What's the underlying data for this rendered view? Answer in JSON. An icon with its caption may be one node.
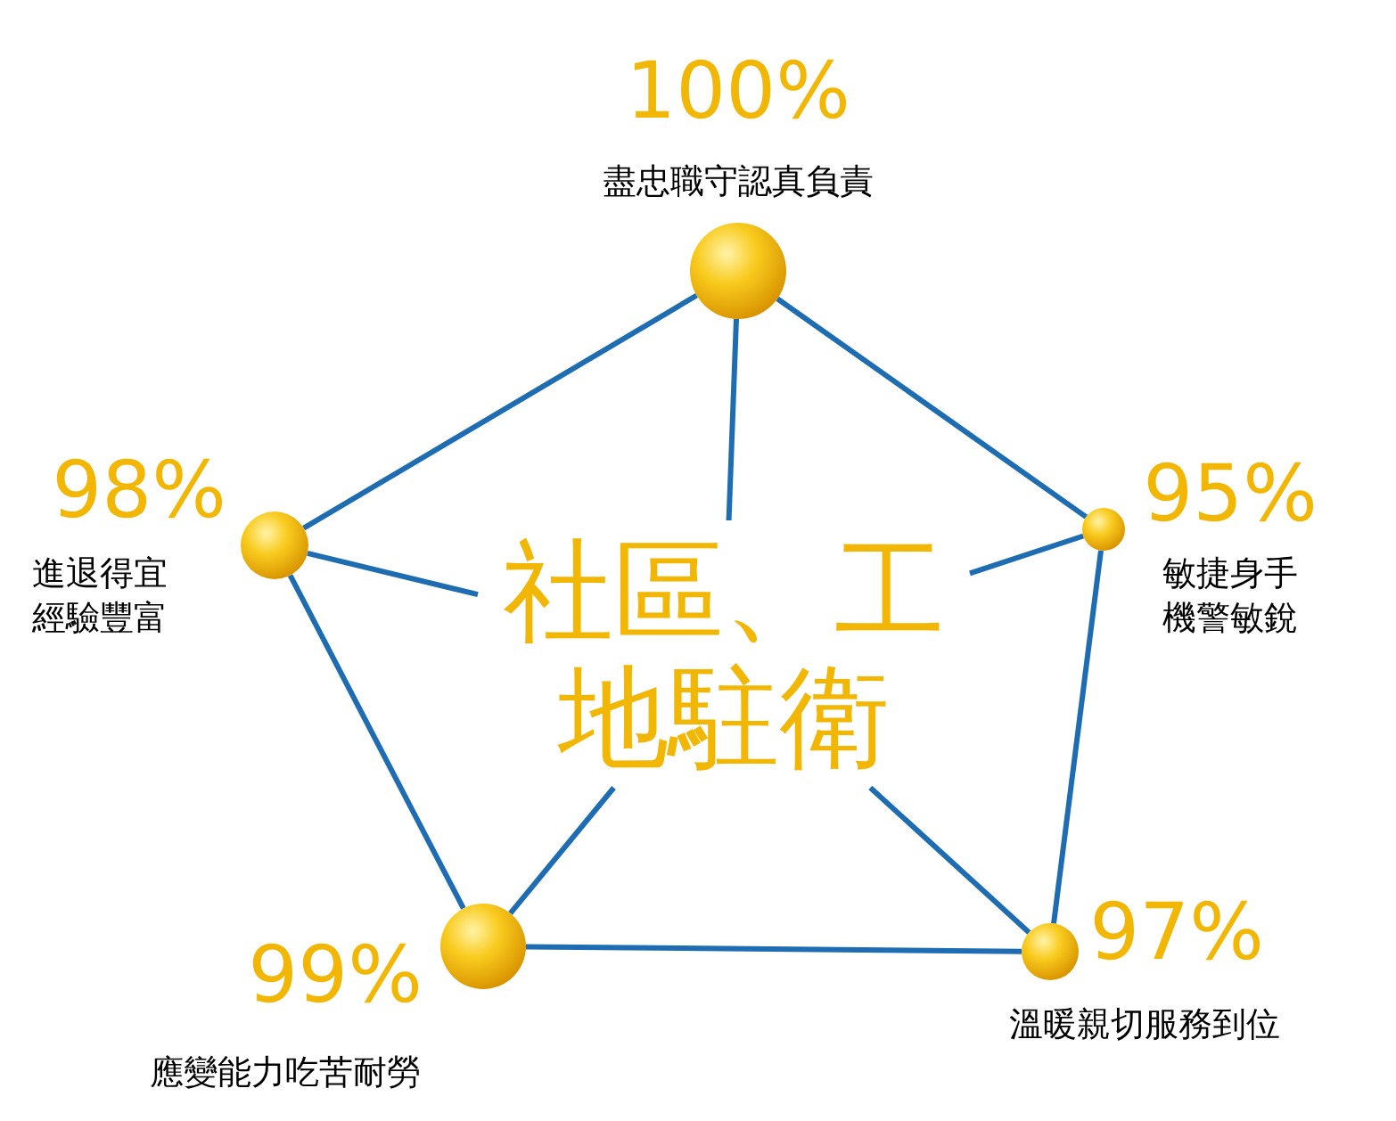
{
  "diagram": {
    "nodes": [
      {
        "text": [
          "社區、工地駐衛"
        ]
      },
      {
        "text": [],
        "shape": "circle",
        "beside": [
          "100%",
          "盡忠職守認真負責"
        ]
      },
      {
        "text": [],
        "shape": "circle",
        "beside": [
          "95%",
          "敏捷身手機警敏銳"
        ]
      },
      {
        "text": [],
        "shape": "circle",
        "beside": [
          "97%",
          "溫暖親切服務到位"
        ]
      },
      {
        "text": [],
        "shape": "circle",
        "beside": [
          "99%",
          "應變能力吃苦耐勞"
        ]
      },
      {
        "text": [],
        "shape": "circle",
        "beside": [
          "98%",
          "進退得宜經驗豐富"
        ]
      }
    ],
    "edges": [
      {
        "from": 1,
        "to": 2,
        "arrow": "none"
      },
      {
        "from": 2,
        "to": 3,
        "arrow": "none"
      },
      {
        "from": 3,
        "to": 4,
        "arrow": "none"
      },
      {
        "from": 4,
        "to": 5,
        "arrow": "none"
      },
      {
        "from": 5,
        "to": 1,
        "arrow": "none"
      },
      {
        "from": 1,
        "to": 0,
        "arrow": "none"
      },
      {
        "from": 2,
        "to": 0,
        "arrow": "none"
      },
      {
        "from": 3,
        "to": 0,
        "arrow": "none"
      },
      {
        "from": 4,
        "to": 0,
        "arrow": "none"
      },
      {
        "from": 5,
        "to": 0,
        "arrow": "none"
      }
    ]
  }
}
